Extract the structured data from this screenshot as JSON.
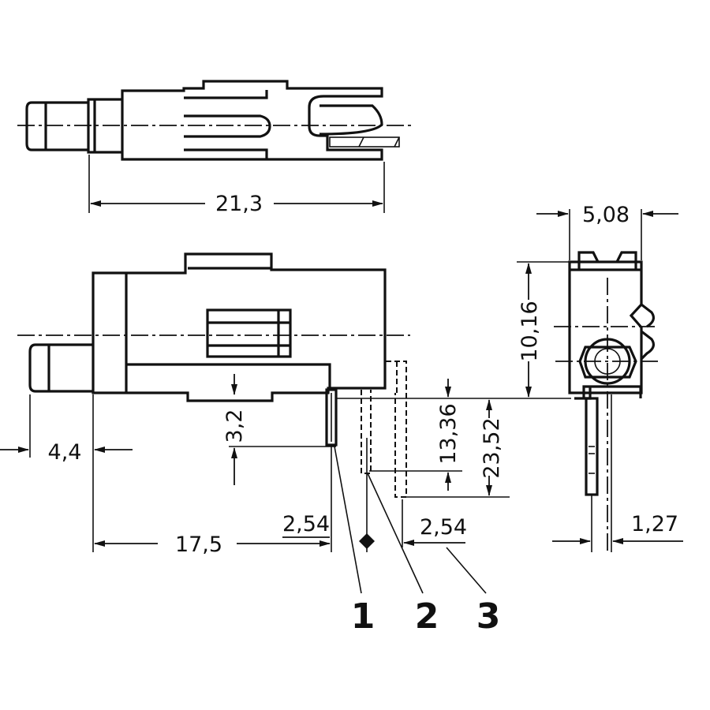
{
  "dimensions": {
    "top_length": "21,3",
    "side_width": "5,08",
    "height_10_16": "10,16",
    "depth_3_2": "3,2",
    "pin_13_36": "13,36",
    "pin_23_52": "23,52",
    "offset_4_4": "4,4",
    "length_17_5": "17,5",
    "pitch_left": "2,54",
    "pitch_right": "2,54",
    "pin_1_27": "1,27"
  },
  "pins": [
    "1",
    "2",
    "3"
  ]
}
